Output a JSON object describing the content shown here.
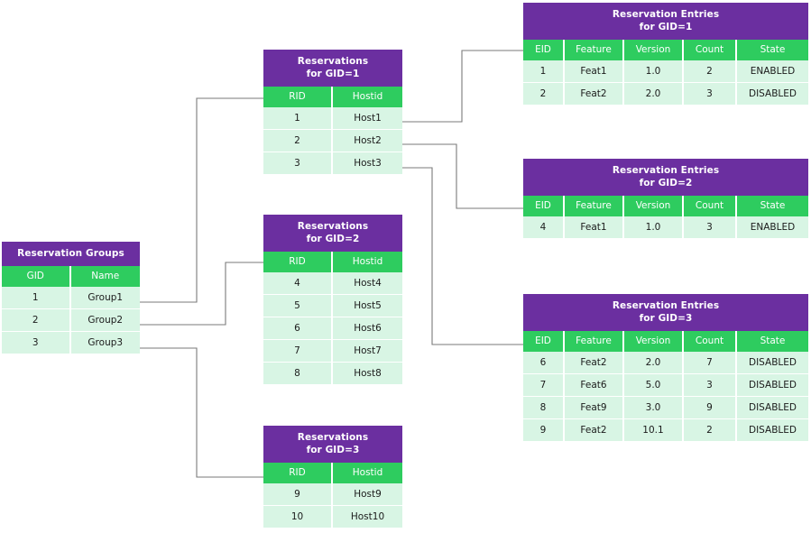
{
  "diagram": {
    "colors": {
      "title_purple": "#6b2fa0",
      "header_green": "#2ecc5f",
      "row_mint": "#d8f5e4",
      "connector_gray": "#7a7a7a",
      "page_background": "#ffffff"
    }
  },
  "groups_table": {
    "title_line1": "Reservation Groups",
    "title_line2": "",
    "columns": [
      "GID",
      "Name"
    ],
    "rows": [
      [
        "1",
        "Group1"
      ],
      [
        "2",
        "Group2"
      ],
      [
        "3",
        "Group3"
      ]
    ]
  },
  "reservations": [
    {
      "title_line1": "Reservations",
      "title_line2": "for GID=1",
      "columns": [
        "RID",
        "Hostid"
      ],
      "rows": [
        [
          "1",
          "Host1"
        ],
        [
          "2",
          "Host2"
        ],
        [
          "3",
          "Host3"
        ]
      ]
    },
    {
      "title_line1": "Reservations",
      "title_line2": "for GID=2",
      "columns": [
        "RID",
        "Hostid"
      ],
      "rows": [
        [
          "4",
          "Host4"
        ],
        [
          "5",
          "Host5"
        ],
        [
          "6",
          "Host6"
        ],
        [
          "7",
          "Host7"
        ],
        [
          "8",
          "Host8"
        ]
      ]
    },
    {
      "title_line1": "Reservations",
      "title_line2": "for GID=3",
      "columns": [
        "RID",
        "Hostid"
      ],
      "rows": [
        [
          "9",
          "Host9"
        ],
        [
          "10",
          "Host10"
        ]
      ]
    }
  ],
  "entries": [
    {
      "title_line1": "Reservation Entries",
      "title_line2": "for GID=1",
      "columns": [
        "EID",
        "Feature",
        "Version",
        "Count",
        "State"
      ],
      "rows": [
        [
          "1",
          "Feat1",
          "1.0",
          "2",
          "ENABLED"
        ],
        [
          "2",
          "Feat2",
          "2.0",
          "3",
          "DISABLED"
        ]
      ]
    },
    {
      "title_line1": "Reservation Entries",
      "title_line2": "for GID=2",
      "columns": [
        "EID",
        "Feature",
        "Version",
        "Count",
        "State"
      ],
      "rows": [
        [
          "4",
          "Feat1",
          "1.0",
          "3",
          "ENABLED"
        ]
      ]
    },
    {
      "title_line1": "Reservation Entries",
      "title_line2": "for GID=3",
      "columns": [
        "EID",
        "Feature",
        "Version",
        "Count",
        "State"
      ],
      "rows": [
        [
          "6",
          "Feat2",
          "2.0",
          "7",
          "DISABLED"
        ],
        [
          "7",
          "Feat6",
          "5.0",
          "3",
          "DISABLED"
        ],
        [
          "8",
          "Feat9",
          "3.0",
          "9",
          "DISABLED"
        ],
        [
          "9",
          "Feat2",
          "10.1",
          "2",
          "DISABLED"
        ]
      ]
    }
  ]
}
